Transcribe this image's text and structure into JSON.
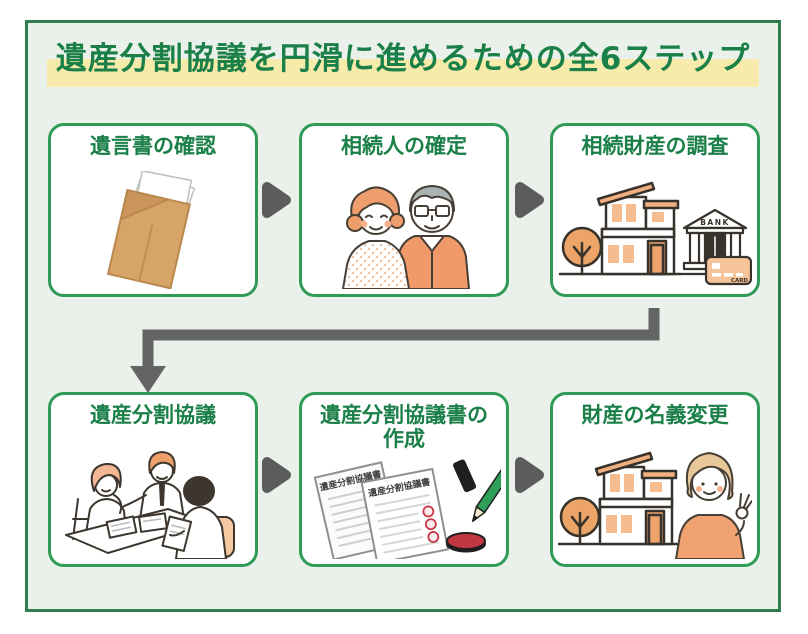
{
  "title": "遺産分割協議を円滑に進めるための全6ステップ",
  "steps": [
    {
      "label": "遺言書の確認",
      "illustration": "envelope-with-will-papers"
    },
    {
      "label": "相続人の確定",
      "illustration": "elderly-couple"
    },
    {
      "label": "相続財産の調査",
      "illustration": "house-bank-credit-card"
    },
    {
      "label": "遺産分割協議",
      "illustration": "family-discussion-at-table"
    },
    {
      "label": "遺産分割協議書の作成",
      "illustration": "agreement-documents-stamp-pencil"
    },
    {
      "label": "財産の名義変更",
      "illustration": "house-person-ok-sign"
    }
  ],
  "illustration_labels": {
    "document_title": "遺産分割協議書",
    "bank_sign": "BANK",
    "card_label": "CARD"
  },
  "colors": {
    "frame_border": "#2e7d4d",
    "frame_background": "#e9f1ea",
    "card_border": "#2f9b57",
    "heading_green": "#1b7f48",
    "highlight_yellow": "#f6ebab",
    "arrow_gray": "#5c5c5c",
    "connector_gray": "#646464",
    "illustration_orange": "#f09a69",
    "envelope_brown": "#d7a468",
    "stamp_red": "#c23642"
  }
}
